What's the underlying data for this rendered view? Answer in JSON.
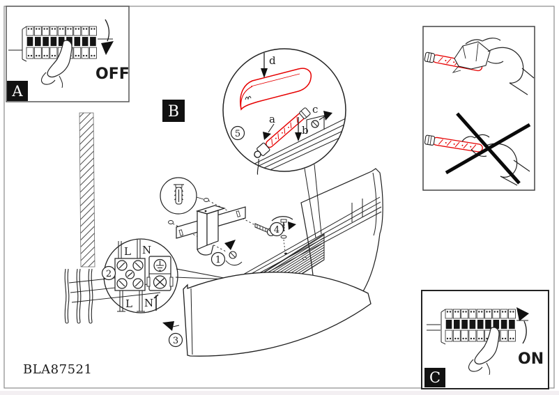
{
  "page": {
    "product_code": "BLA87521"
  },
  "colors": {
    "accent_red": "#e60000",
    "ink": "#1a1a1a",
    "bottom_strip": "#f3eff2"
  },
  "panel_a": {
    "letter": "A",
    "switch_label": "OFF"
  },
  "label_b": {
    "letter": "B"
  },
  "panel_c": {
    "letter": "C",
    "switch_label": "ON"
  },
  "bulb_detail": {
    "step": "5",
    "labels": {
      "a": "a",
      "b": "b",
      "c": "c",
      "d": "d"
    }
  },
  "wiring_detail": {
    "step": "2",
    "top": {
      "l": "L",
      "n": "N"
    },
    "bottom": {
      "l": "L",
      "n": "N"
    }
  },
  "steps": {
    "bracket_screw": "1",
    "glass_cover": "3",
    "fixing_screw": "4"
  }
}
